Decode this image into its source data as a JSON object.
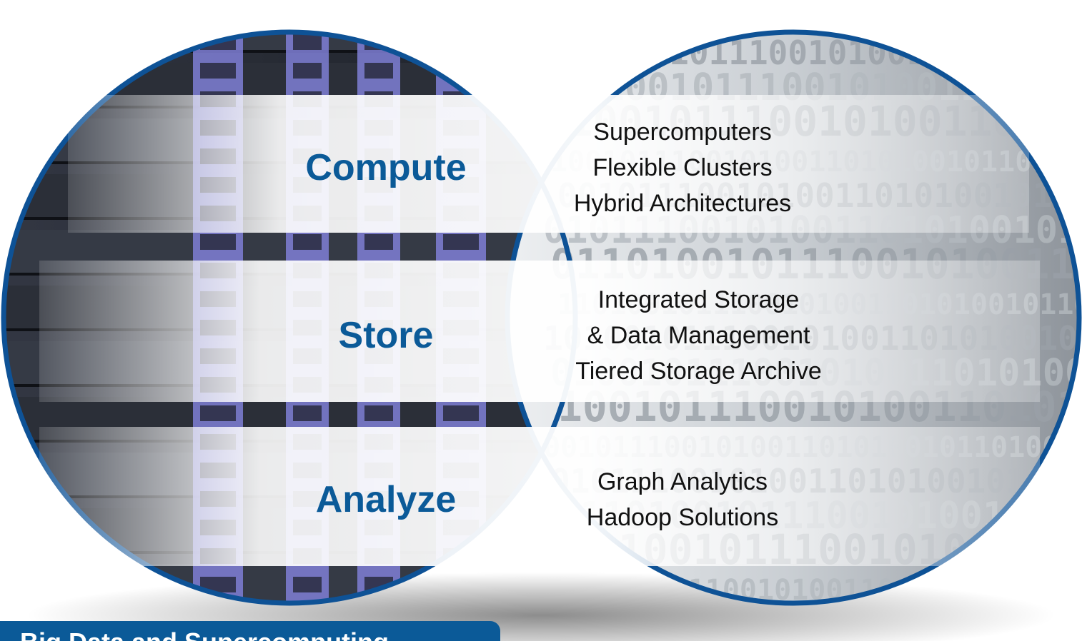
{
  "bands": [
    {
      "label": "Compute",
      "items": [
        "Supercomputers",
        "Flexible Clusters",
        "Hybrid Architectures"
      ]
    },
    {
      "label": "Store",
      "items": [
        "Integrated Storage",
        "& Data Management",
        "Tiered Storage Archive"
      ]
    },
    {
      "label": "Analyze",
      "items": [
        "Graph Analytics",
        "Hadoop Solutions"
      ]
    }
  ],
  "footer": {
    "text": "Big Data and Supercomputing"
  },
  "colors": {
    "accent": "#0b5a98",
    "ring": "#0e5296",
    "rack_purple": "#7f7fd6"
  }
}
